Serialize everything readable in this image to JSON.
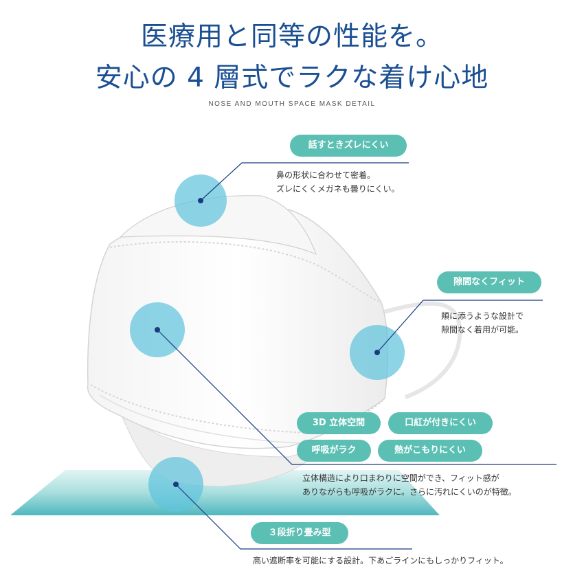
{
  "header": {
    "title_line1": "医療用と同等の性能を。",
    "title_line2": "安心の 4 層式でラクな着け心地",
    "subtitle": "NOSE AND MOUTH SPACE MASK DETAIL"
  },
  "features": {
    "nose": {
      "label": "話すときズレにくい",
      "line1": "鼻の形状に合わせて密着。",
      "line2": "ズレにくくメガネも曇りにくい。"
    },
    "fit": {
      "label": "隙間なくフィット",
      "line1": "頬に添うような設計で",
      "line2": "隙間なく着用が可能。"
    },
    "space": {
      "tags": [
        "3D 立体空間",
        "口紅が付きにくい",
        "呼吸がラク",
        "熱がこもりにくい"
      ],
      "line1": "立体構造により口まわりに空間ができ、フィット感が",
      "line2": "ありながらも呼吸がラクに。さらに汚れにくいのが特徴。"
    },
    "fold": {
      "label": "３段折り畳み型",
      "line1": "高い遮断率を可能にする設計。下あごラインにもしっかりフィット。"
    }
  },
  "colors": {
    "title": "#1b4f93",
    "pill": "#5bbfb3",
    "circle": "#5fc4dd",
    "line": "#1b3a80",
    "platform": "#4fb8bf"
  }
}
